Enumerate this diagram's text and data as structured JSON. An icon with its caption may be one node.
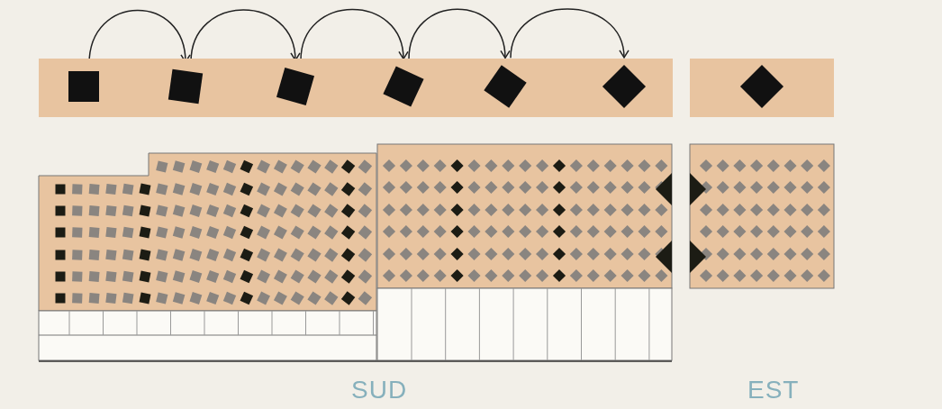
{
  "diagram": {
    "nodes": [
      {
        "text": [],
        "shape": "box"
      },
      {
        "text": [],
        "shape": "box"
      },
      {
        "text": [],
        "shape": "box"
      },
      {
        "text": [],
        "shape": "box"
      },
      {
        "text": [],
        "shape": "box"
      },
      {
        "text": [],
        "shape": "box"
      }
    ],
    "edges": [
      {
        "from": 0,
        "to": 1,
        "arrow": "to"
      },
      {
        "from": 1,
        "to": 2,
        "arrow": "to"
      },
      {
        "from": 2,
        "to": 3,
        "arrow": "to"
      },
      {
        "from": 3,
        "to": 4,
        "arrow": "to"
      },
      {
        "from": 4,
        "to": 5,
        "arrow": "to"
      }
    ],
    "labels": [
      "SUD",
      "EST"
    ]
  }
}
